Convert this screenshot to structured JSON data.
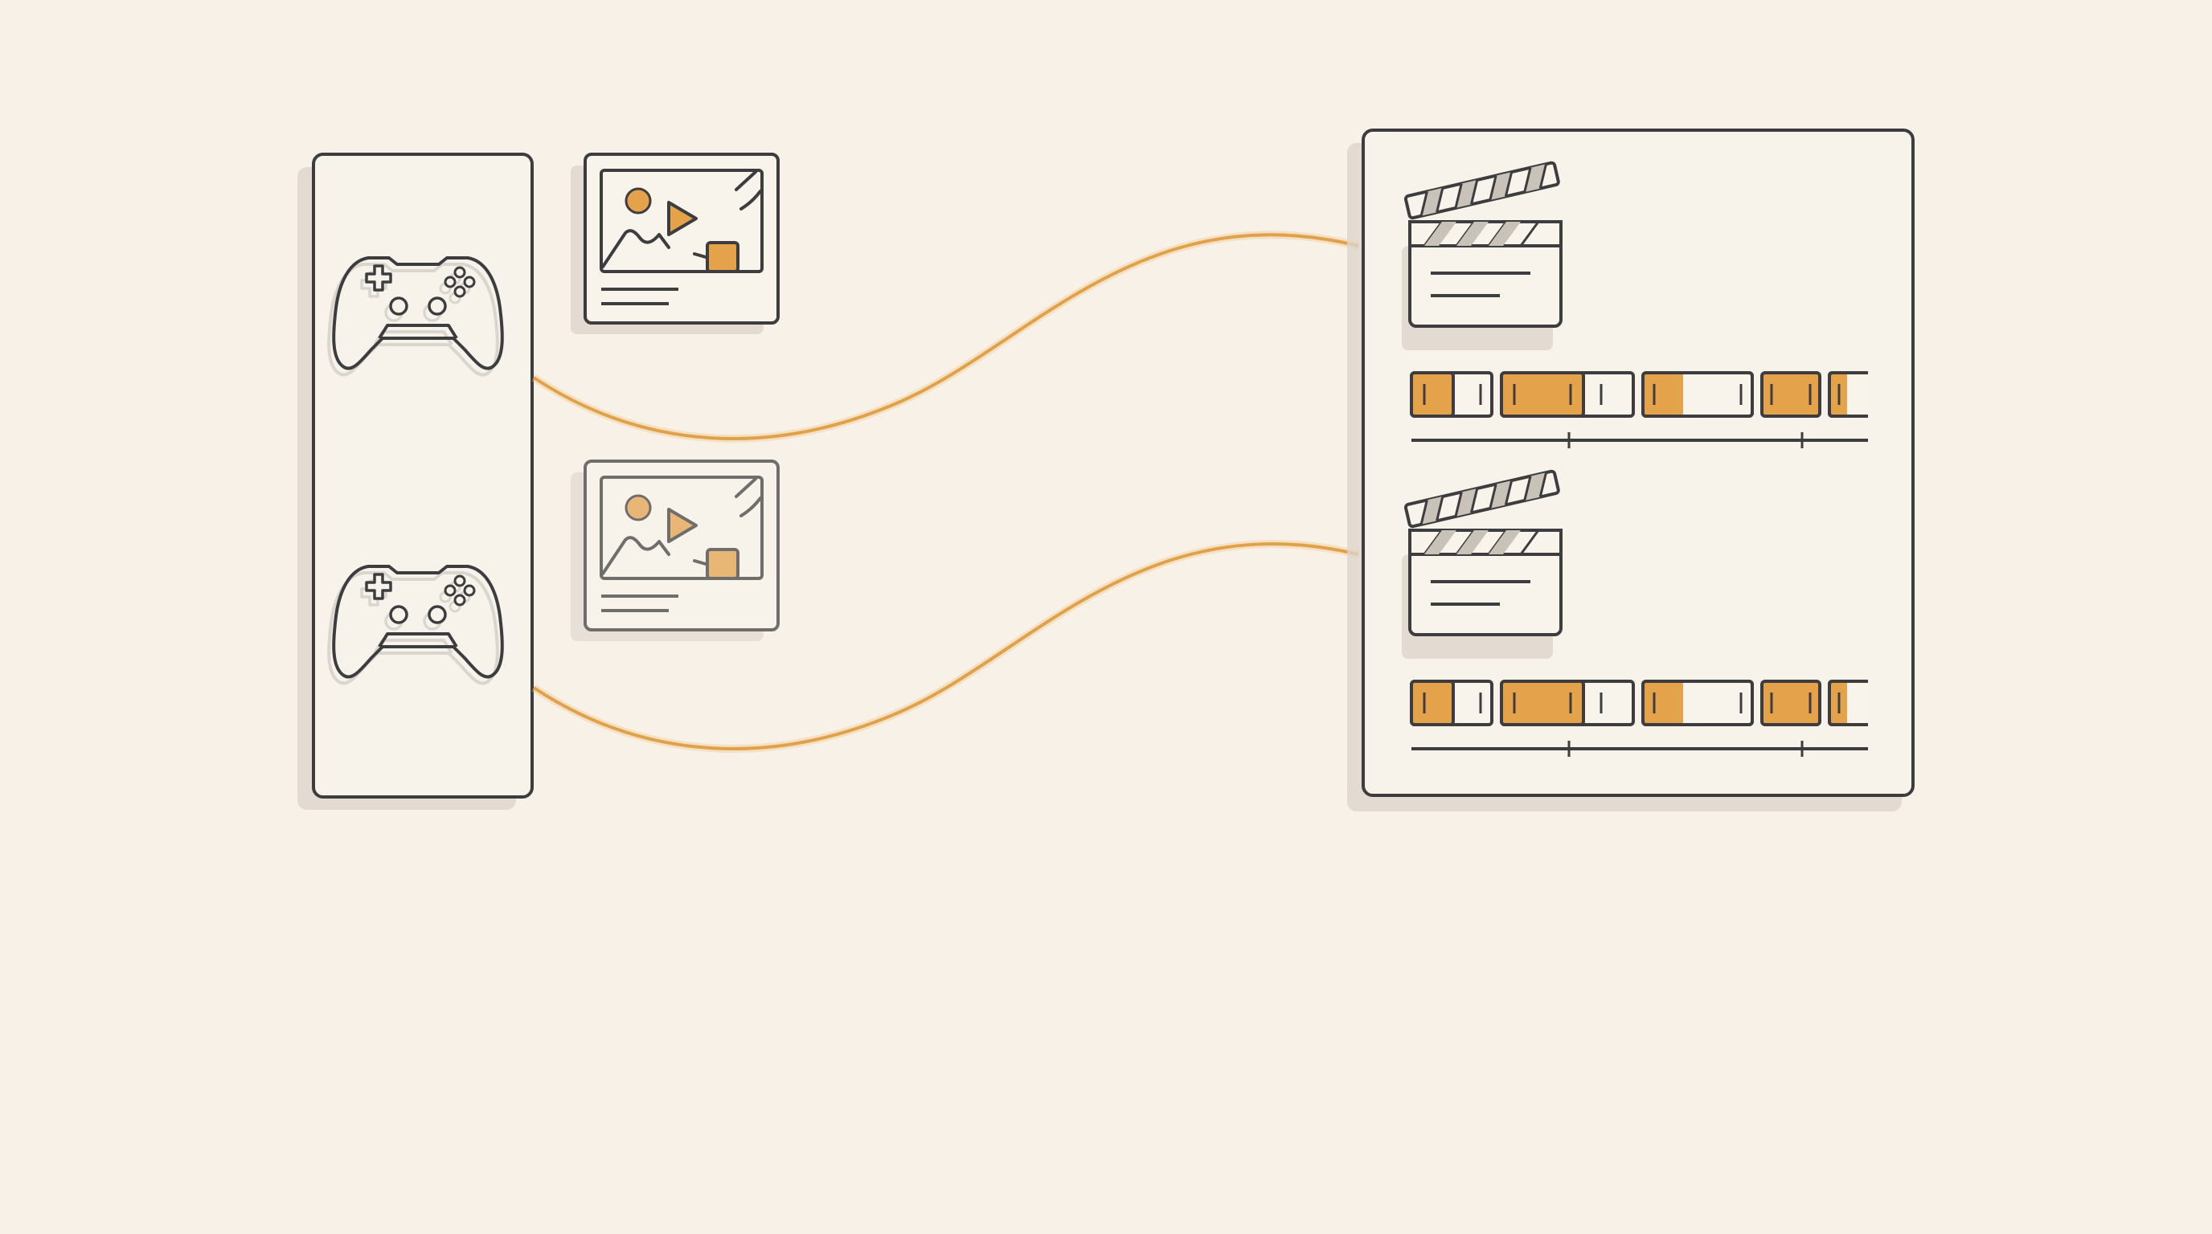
{
  "diagram": {
    "colors": {
      "background": "#f7f1e8",
      "panel_fill": "#f7f2ea",
      "card_fill": "#f8f3eb",
      "outline": "#3d3d3f",
      "accent": "#e4a24a",
      "shadow": "#ddd5cb",
      "connector": "#e0a14b"
    },
    "source_panel": {
      "controllers": [
        {
          "icon": "gamepad-icon"
        },
        {
          "icon": "gamepad-icon"
        }
      ]
    },
    "media_cards": [
      {
        "icon": "image-video-icon",
        "state": "active"
      },
      {
        "icon": "image-video-icon",
        "state": "faded"
      }
    ],
    "connectors": [
      {
        "from": "controller-1",
        "to": "clip-group-1"
      },
      {
        "from": "controller-2",
        "to": "clip-group-2"
      }
    ],
    "output_panel": {
      "clip_groups": [
        {
          "icon": "clapperboard-icon",
          "timeline_segments": 5
        },
        {
          "icon": "clapperboard-icon",
          "timeline_segments": 5
        }
      ]
    }
  }
}
